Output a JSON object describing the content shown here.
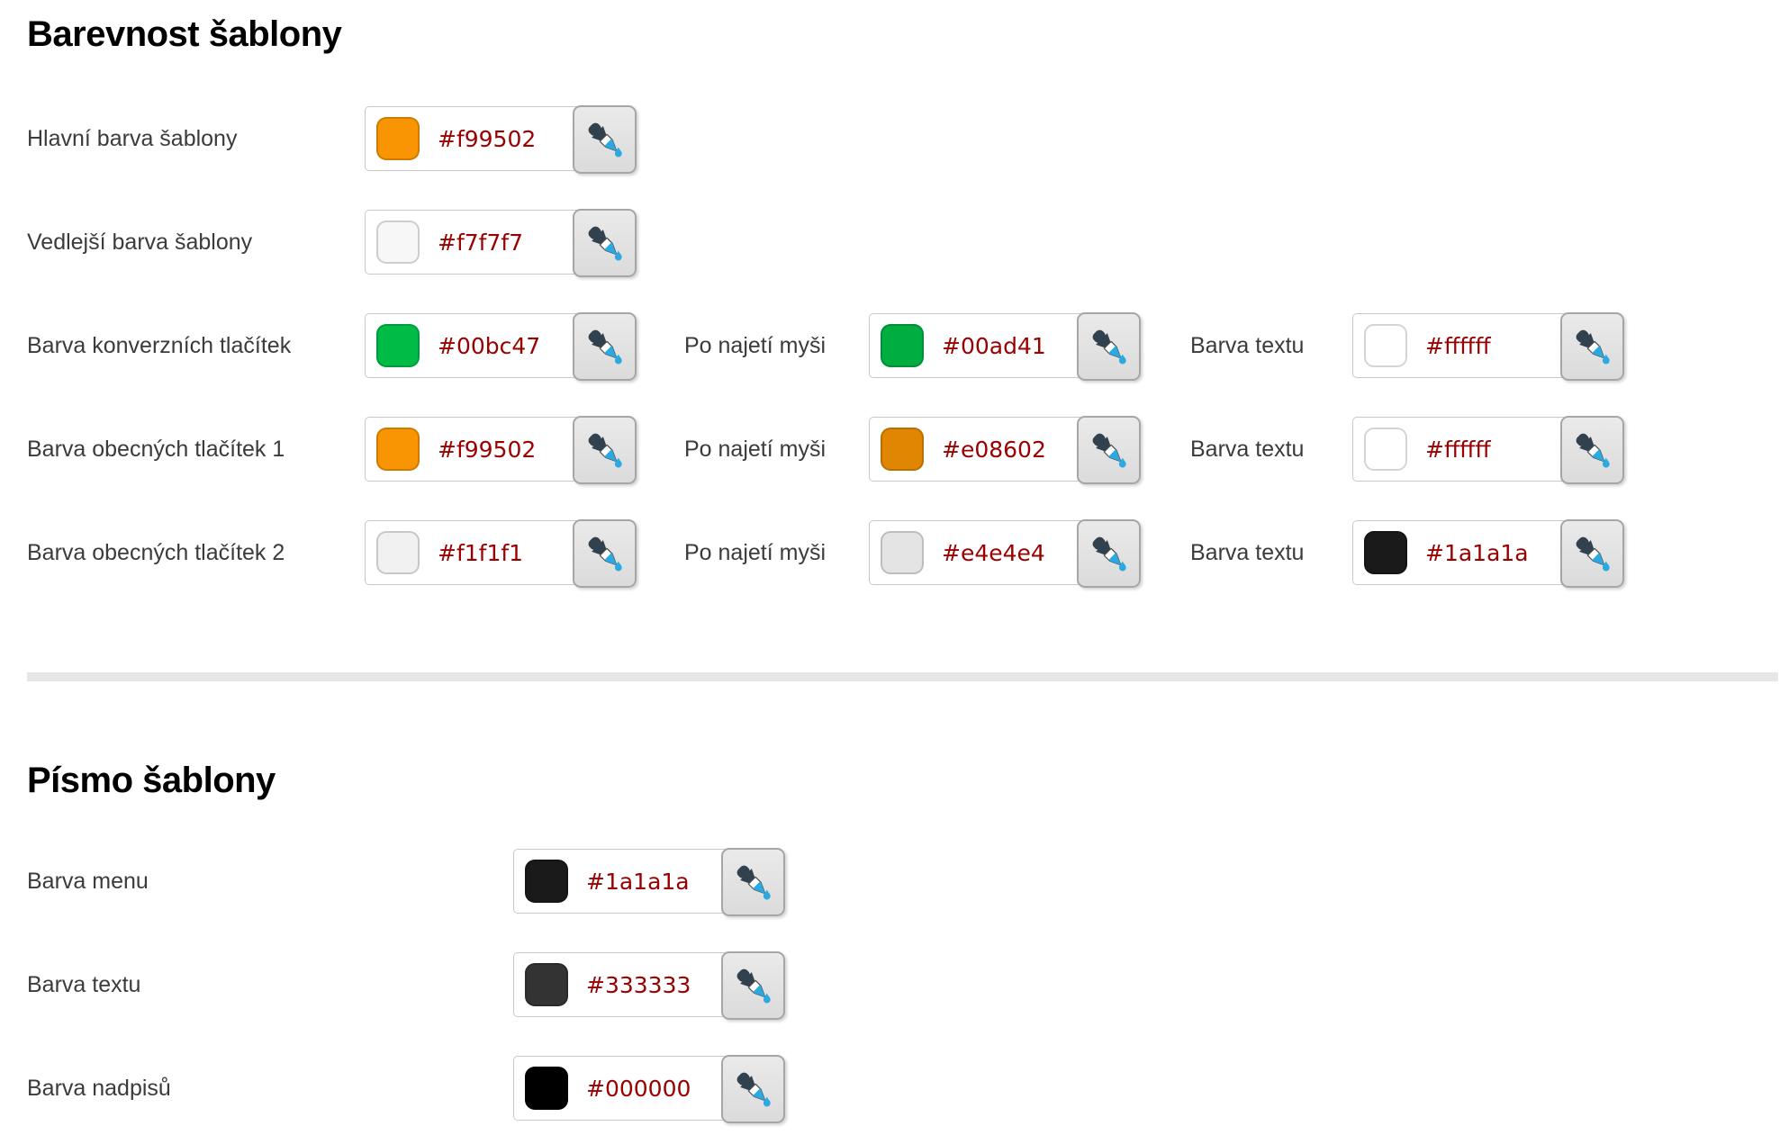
{
  "sections": [
    {
      "title": "Barevnost šablony",
      "rows": [
        {
          "label": "Hlavní barva šablony",
          "fields": [
            {
              "hex": "#f99502"
            }
          ]
        },
        {
          "label": "Vedlejší barva šablony",
          "fields": [
            {
              "hex": "#f7f7f7"
            }
          ]
        },
        {
          "label": "Barva konverzních tlačítek",
          "fields": [
            {
              "hex": "#00bc47"
            },
            {
              "sublabel": "Po najetí myši",
              "hex": "#00ad41"
            },
            {
              "sublabel": "Barva textu",
              "hex": "#ffffff"
            }
          ]
        },
        {
          "label": "Barva obecných tlačítek 1",
          "fields": [
            {
              "hex": "#f99502"
            },
            {
              "sublabel": "Po najetí myši",
              "hex": "#e08602"
            },
            {
              "sublabel": "Barva textu",
              "hex": "#ffffff"
            }
          ]
        },
        {
          "label": "Barva obecných tlačítek 2",
          "fields": [
            {
              "hex": "#f1f1f1"
            },
            {
              "sublabel": "Po najetí myši",
              "hex": "#e4e4e4"
            },
            {
              "sublabel": "Barva textu",
              "hex": "#1a1a1a"
            }
          ]
        }
      ]
    },
    {
      "title": "Písmo šablony",
      "rows": [
        {
          "label": "Barva menu",
          "fields": [
            {
              "hex": "#1a1a1a"
            }
          ]
        },
        {
          "label": "Barva textu",
          "fields": [
            {
              "hex": "#333333"
            }
          ]
        },
        {
          "label": "Barva nadpisů",
          "fields": [
            {
              "hex": "#000000"
            }
          ]
        }
      ]
    }
  ],
  "ui_colors": {
    "hex_value_text": "#990000",
    "label_text": "#3b3b3b",
    "heading_text": "#000000",
    "input_border": "#c9c9c9",
    "picker_button_bg": "#e2e2e2",
    "picker_button_border": "#a6a6a6",
    "divider": "#e6e6e6",
    "eyedropper_handle": "#31424e",
    "eyedropper_liquid": "#2da9e1"
  },
  "icons": {
    "picker": "eyedropper-icon"
  }
}
